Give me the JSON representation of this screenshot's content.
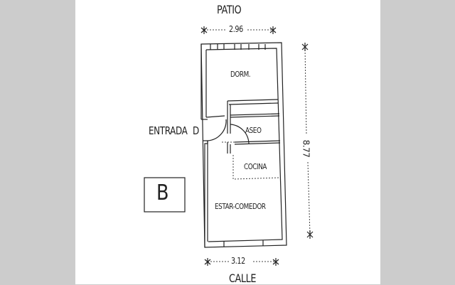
{
  "plan": {
    "unit_label": "B",
    "top_label": "PATIO",
    "bottom_label": "CALLE",
    "entrance_label": "ENTRADA",
    "entrance_marker": "D",
    "dimensions": {
      "top_width": "2.96",
      "bottom_width": "3.12",
      "height": "8.77"
    },
    "rooms": [
      {
        "name": "DORM."
      },
      {
        "name": "ASEO"
      },
      {
        "name": "COCINA"
      },
      {
        "name": "ESTAR-COMEDOR"
      }
    ]
  },
  "colors": {
    "background": "#cccccc",
    "sheet": "#ffffff",
    "ink": "#222222"
  }
}
